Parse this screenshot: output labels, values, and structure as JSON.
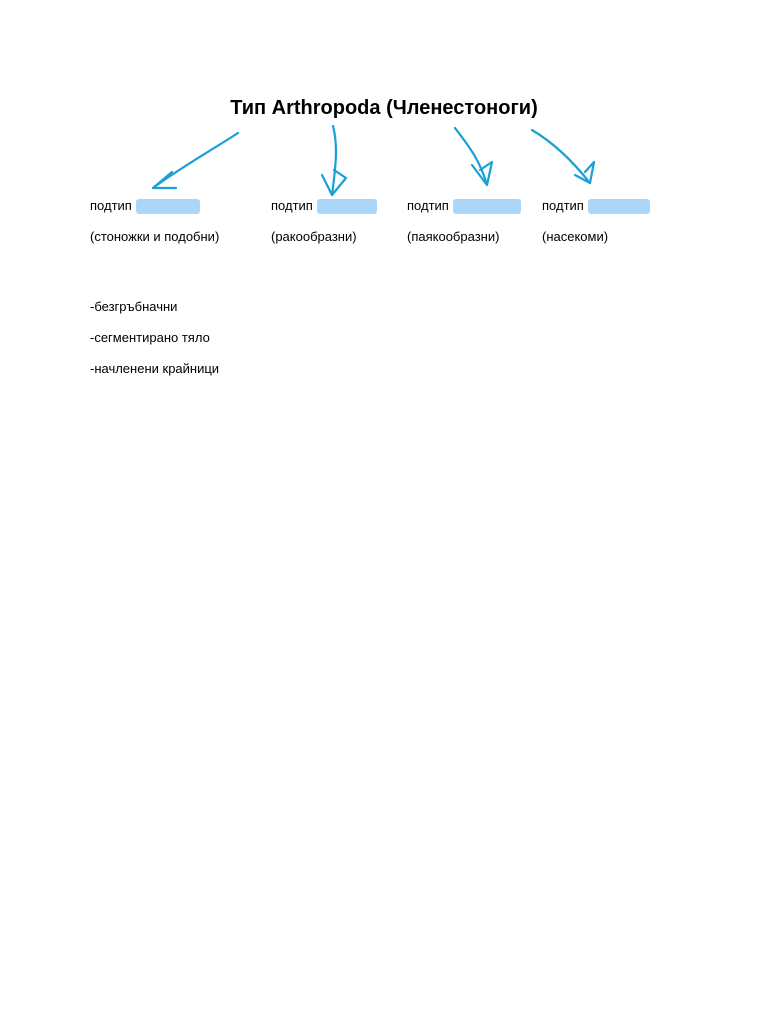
{
  "document": {
    "title": "Тип Arthropoda (Членестоноги)",
    "subtypes": [
      {
        "prefix": "подтип",
        "group": "(стоножки и подобни)"
      },
      {
        "prefix": "подтип",
        "group": "(ракообразни)"
      },
      {
        "prefix": "подтип",
        "group": "(паякообразни)"
      },
      {
        "prefix": "подтип",
        "group": "(насекоми)"
      }
    ],
    "features": [
      "-безгръбначни",
      "-сегментирано тяло",
      "-начленени крайници"
    ]
  },
  "colors": {
    "arrow": "#1aa0d6",
    "redaction": "#a8d4f7",
    "text": "#000000",
    "background": "#ffffff"
  }
}
